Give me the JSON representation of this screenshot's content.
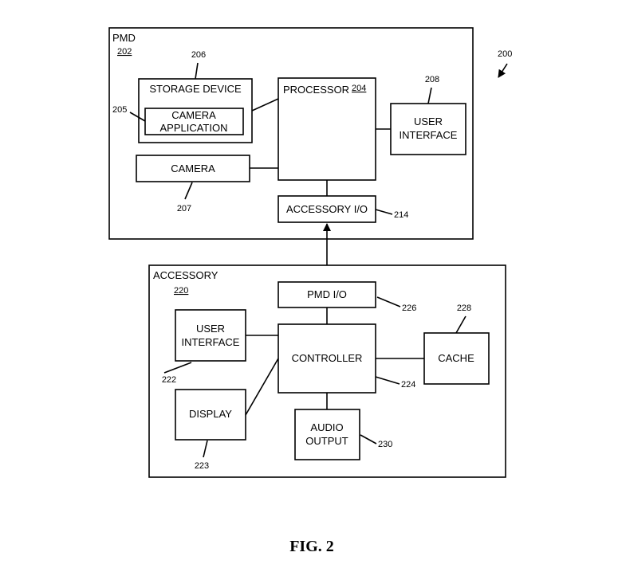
{
  "pmd": {
    "label": "PMD",
    "ref": "202",
    "storage_device": {
      "label": "STORAGE DEVICE",
      "ref": "206"
    },
    "camera_application": {
      "line1": "CAMERA",
      "line2": "APPLICATION",
      "ref": "205"
    },
    "camera": {
      "label": "CAMERA",
      "ref": "207"
    },
    "processor": {
      "label": "PROCESSOR",
      "ref": "204"
    },
    "user_interface": {
      "line1": "USER",
      "line2": "INTERFACE",
      "ref": "208"
    },
    "accessory_io": {
      "label": "ACCESSORY I/O",
      "ref": "214"
    }
  },
  "figure_ref": "200",
  "accessory": {
    "label": "ACCESSORY",
    "ref": "220",
    "pmd_io": {
      "label": "PMD I/O",
      "ref": "226"
    },
    "user_interface": {
      "line1": "USER",
      "line2": "INTERFACE",
      "ref": "222"
    },
    "controller": {
      "label": "CONTROLLER",
      "ref": "224"
    },
    "cache": {
      "label": "CACHE",
      "ref": "228"
    },
    "display": {
      "label": "DISPLAY",
      "ref": "223"
    },
    "audio_output": {
      "line1": "AUDIO",
      "line2": "OUTPUT",
      "ref": "230"
    }
  },
  "caption": "FIG. 2"
}
